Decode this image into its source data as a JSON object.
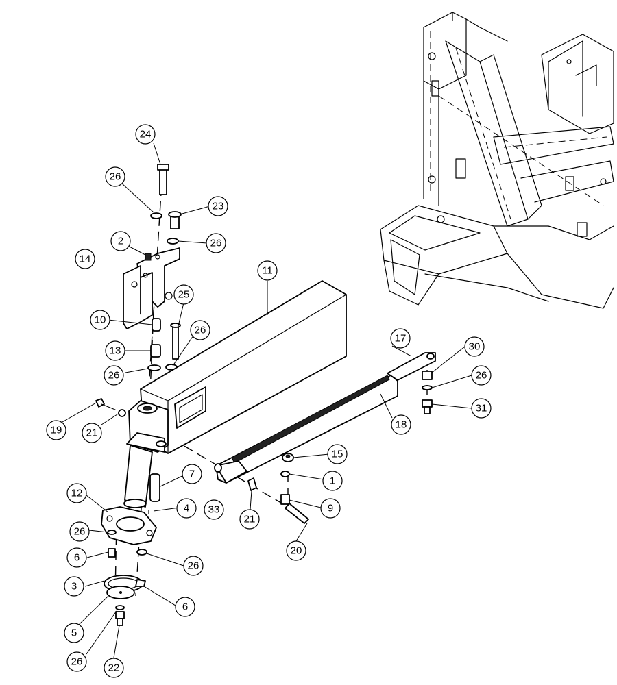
{
  "callouts": [
    {
      "id": "c24a",
      "label": "24"
    },
    {
      "id": "c26a",
      "label": "26"
    },
    {
      "id": "c23",
      "label": "23"
    },
    {
      "id": "c2",
      "label": "2"
    },
    {
      "id": "c26b",
      "label": "26"
    },
    {
      "id": "c14",
      "label": "14"
    },
    {
      "id": "c11",
      "label": "11"
    },
    {
      "id": "c25",
      "label": "25"
    },
    {
      "id": "c10",
      "label": "10"
    },
    {
      "id": "c26c",
      "label": "26"
    },
    {
      "id": "c13",
      "label": "13"
    },
    {
      "id": "c26d",
      "label": "26"
    },
    {
      "id": "c17",
      "label": "17"
    },
    {
      "id": "c30",
      "label": "30"
    },
    {
      "id": "c26e",
      "label": "26"
    },
    {
      "id": "c31",
      "label": "31"
    },
    {
      "id": "c19",
      "label": "19"
    },
    {
      "id": "c21a",
      "label": "21"
    },
    {
      "id": "c18",
      "label": "18"
    },
    {
      "id": "c15",
      "label": "15"
    },
    {
      "id": "c7",
      "label": "7"
    },
    {
      "id": "c1",
      "label": "1"
    },
    {
      "id": "c12",
      "label": "12"
    },
    {
      "id": "c4",
      "label": "4"
    },
    {
      "id": "c33",
      "label": "33"
    },
    {
      "id": "c9",
      "label": "9"
    },
    {
      "id": "c21b",
      "label": "21"
    },
    {
      "id": "c26f",
      "label": "26"
    },
    {
      "id": "c6a",
      "label": "6"
    },
    {
      "id": "c26g",
      "label": "26"
    },
    {
      "id": "c20",
      "label": "20"
    },
    {
      "id": "c3",
      "label": "3"
    },
    {
      "id": "c6b",
      "label": "6"
    },
    {
      "id": "c5",
      "label": "5"
    },
    {
      "id": "c26h",
      "label": "26"
    },
    {
      "id": "c22",
      "label": "22"
    }
  ]
}
